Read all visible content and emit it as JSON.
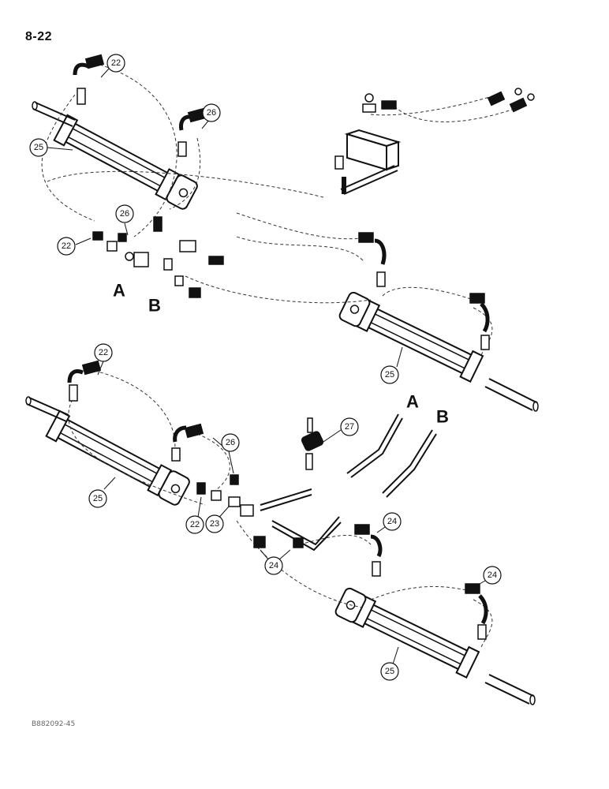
{
  "page": {
    "number": "8-22",
    "figure_code": "B882092-45"
  },
  "connection_letters": {
    "a": "A",
    "b": "B"
  },
  "callouts": {
    "c1": "22",
    "c2": "26",
    "c3": "25",
    "c4": "26",
    "c5": "22",
    "c6": "25",
    "c7": "22",
    "c8": "26",
    "c9": "25",
    "c10": "27",
    "c11": "22",
    "c12": "23",
    "c13": "24",
    "c14": "24",
    "c15": "24",
    "c16": "25"
  },
  "colors": {
    "ink": "#111111",
    "background": "#ffffff"
  }
}
